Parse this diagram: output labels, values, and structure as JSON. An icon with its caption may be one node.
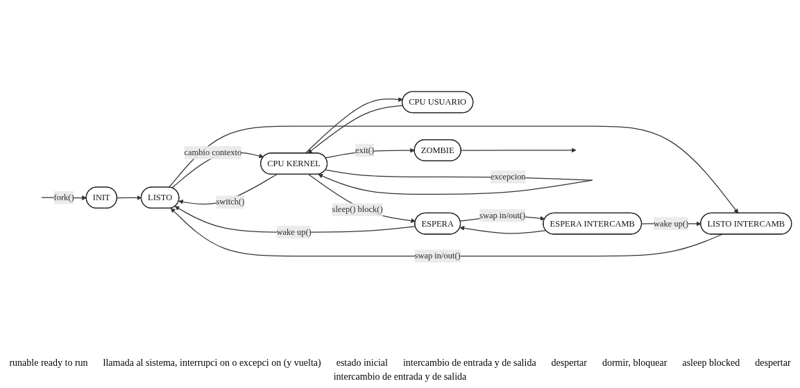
{
  "diagram": {
    "nodes": [
      {
        "text": [
          "INIT"
        ]
      },
      {
        "text": [
          "LISTO"
        ]
      },
      {
        "text": [
          "CPU KERNEL"
        ]
      },
      {
        "text": [
          "CPU USUARIO"
        ]
      },
      {
        "text": [
          "ZOMBIE"
        ]
      },
      {
        "text": [
          "LISTO INTERCAMB"
        ]
      },
      {
        "text": [
          "ESPERA"
        ]
      },
      {
        "text": [
          "ESPERA INTERCAMB"
        ]
      }
    ],
    "edges": [
      {
        "from": null,
        "to": 0,
        "arrow": "to",
        "label": "fork()"
      },
      {
        "from": 0,
        "to": 1,
        "arrow": "to"
      },
      {
        "from": 1,
        "to": 2,
        "arrow": "to",
        "label": "cambio contexto"
      },
      {
        "from": 2,
        "to": 1,
        "arrow": "to",
        "label": "switch()"
      },
      {
        "from": 2,
        "to": 2,
        "arrow": "to",
        "label": "excepcion"
      },
      {
        "from": 2,
        "to": 3,
        "arrow": "to"
      },
      {
        "from": 3,
        "to": 2,
        "arrow": "to"
      },
      {
        "from": 2,
        "to": 4,
        "arrow": "to",
        "label": "exit()"
      },
      {
        "from": 4,
        "to": null,
        "arrow": "to"
      },
      {
        "from": 2,
        "to": 6,
        "arrow": "to",
        "label": "sleep() block()"
      },
      {
        "from": 6,
        "to": 1,
        "arrow": "to",
        "label": "wake up()"
      },
      {
        "from": 1,
        "to": 5,
        "arrow": "to"
      },
      {
        "from": 5,
        "to": 1,
        "arrow": "to",
        "label": "swap in/out()"
      },
      {
        "from": 6,
        "to": 7,
        "arrow": "to",
        "label": "swap in/out()"
      },
      {
        "from": 7,
        "to": 6,
        "arrow": "to"
      },
      {
        "from": 7,
        "to": 5,
        "arrow": "to",
        "label": "wake up()"
      }
    ],
    "labels": [
      "runable ready to run",
      "llamada al sistema, interrupci on o excepci on (y vuelta)",
      "estado inicial",
      "intercambio de entrada y de salida",
      "despertar",
      "dormir, bloquear",
      "asleep blocked",
      "despertar",
      "intercambio de entrada y de salida"
    ]
  }
}
